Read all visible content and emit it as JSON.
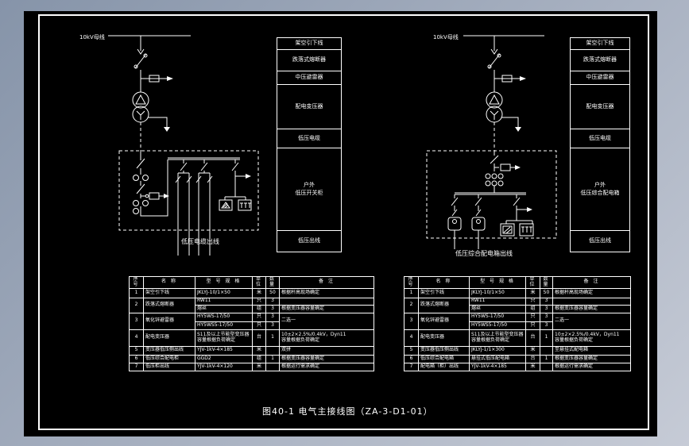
{
  "colors": {
    "background_top": "#8694a9",
    "background_bottom": "#c6cbd6",
    "paper": "#000000",
    "ink": "#ffffff"
  },
  "sheet": {
    "title": "图40-1  电气主接线图（ZA-3-D1-01）"
  },
  "diagram_left": {
    "bus_label": "10kV母线",
    "outlet_label": "低压电缆出线",
    "legend": [
      {
        "label": "架空引下线"
      },
      {
        "label": "跌落式熔断器"
      },
      {
        "label": "中压避雷器"
      },
      {
        "label": "配电变压器"
      },
      {
        "label": "低压电缆"
      },
      {
        "label": "户外",
        "label2": "低压开关柜"
      },
      {
        "label": "低压出线"
      }
    ]
  },
  "diagram_right": {
    "bus_label": "10kV母线",
    "outlet_label": "低压综合配电箱出线",
    "legend": [
      {
        "label": "架空引下线"
      },
      {
        "label": "跌落式熔断器"
      },
      {
        "label": "中压避雷器"
      },
      {
        "label": "配电变压器"
      },
      {
        "label": "低压电缆"
      },
      {
        "label": "户外",
        "label2": "低压综合配电箱"
      },
      {
        "label": "低压出线"
      }
    ]
  },
  "tables": {
    "left": {
      "headers": [
        "序号",
        "名  称",
        "型 号 规 格",
        "单位",
        "数量",
        "备  注"
      ],
      "rows": [
        {
          "no": "1",
          "name": "架空引下线",
          "model": "JKLYJ-10/1×50",
          "unit": "米",
          "qty": "50",
          "note": "根据杆高现场确定"
        },
        {
          "no": "2",
          "name": "跌落式熔断器",
          "model": "RW11",
          "unit": "只",
          "qty": "3",
          "note": "",
          "sub": {
            "model": "熔丝",
            "unit": "组",
            "qty": "3",
            "note": "根据变压器容量确定"
          }
        },
        {
          "no": "3",
          "name": "氧化锌避雷器",
          "model": "HY5WS-17/50",
          "unit": "只",
          "qty": "3",
          "note": "二选一",
          "noteSpan": 2,
          "sub": {
            "model": "HY5WS5-17/50",
            "unit": "只",
            "qty": "3"
          }
        },
        {
          "no": "4",
          "name": "配电变压器",
          "model": "S11及以上节能型变压器\n容量根据负荷确定",
          "unit": "台",
          "qty": "1",
          "note": "10±2×2.5%/0.4kV，Dyn11\n容量根据负荷确定"
        },
        {
          "no": "5",
          "name": "变压器低压侧出线",
          "model": "YJV-1kV-4×185",
          "unit": "米",
          "qty": "",
          "note": "双拼"
        },
        {
          "no": "6",
          "name": "低压综合配电柜",
          "model": "GGD2",
          "unit": "组",
          "qty": "1",
          "note": "根据变压器容量确定"
        },
        {
          "no": "7",
          "name": "低压柜出线",
          "model": "YJV-1kV-4×120",
          "unit": "米",
          "qty": "",
          "note": "根据运行需求确定"
        }
      ]
    },
    "right": {
      "headers": [
        "序号",
        "名  称",
        "型 号 规 格",
        "单位",
        "数量",
        "备  注"
      ],
      "rows": [
        {
          "no": "1",
          "name": "架空引下线",
          "model": "JKLYJ-10/1×50",
          "unit": "米",
          "qty": "50",
          "note": "根据杆高现场确定"
        },
        {
          "no": "2",
          "name": "跌落式熔断器",
          "model": "RW11",
          "unit": "只",
          "qty": "3",
          "note": "",
          "sub": {
            "model": "熔丝",
            "unit": "组",
            "qty": "3",
            "note": "根据变压器容量确定"
          }
        },
        {
          "no": "3",
          "name": "氧化锌避雷器",
          "model": "HY5WS-17/50",
          "unit": "只",
          "qty": "3",
          "note": "二选一",
          "noteSpan": 2,
          "sub": {
            "model": "HY5WS5-17/50",
            "unit": "只",
            "qty": "3"
          }
        },
        {
          "no": "4",
          "name": "配电变压器",
          "model": "S11及以上节能型变压器\n容量根据负荷确定",
          "unit": "台",
          "qty": "1",
          "note": "10±2×2.5%/0.4kV，Dyn11\n容量根据负荷确定"
        },
        {
          "no": "5",
          "name": "变压器低压侧出线",
          "model": "JKLYJ-1/1×300",
          "unit": "米",
          "qty": "",
          "note": "至悬挂式配电箱"
        },
        {
          "no": "6",
          "name": "低压综合配电箱",
          "model": "悬挂式低压配电箱",
          "unit": "台",
          "qty": "1",
          "note": "根据变压器容量确定"
        },
        {
          "no": "7",
          "name": "配电箱（柜）出线",
          "model": "YJV-1kV-4×185",
          "unit": "米",
          "qty": "",
          "note": "根据运行需求确定"
        }
      ]
    }
  }
}
